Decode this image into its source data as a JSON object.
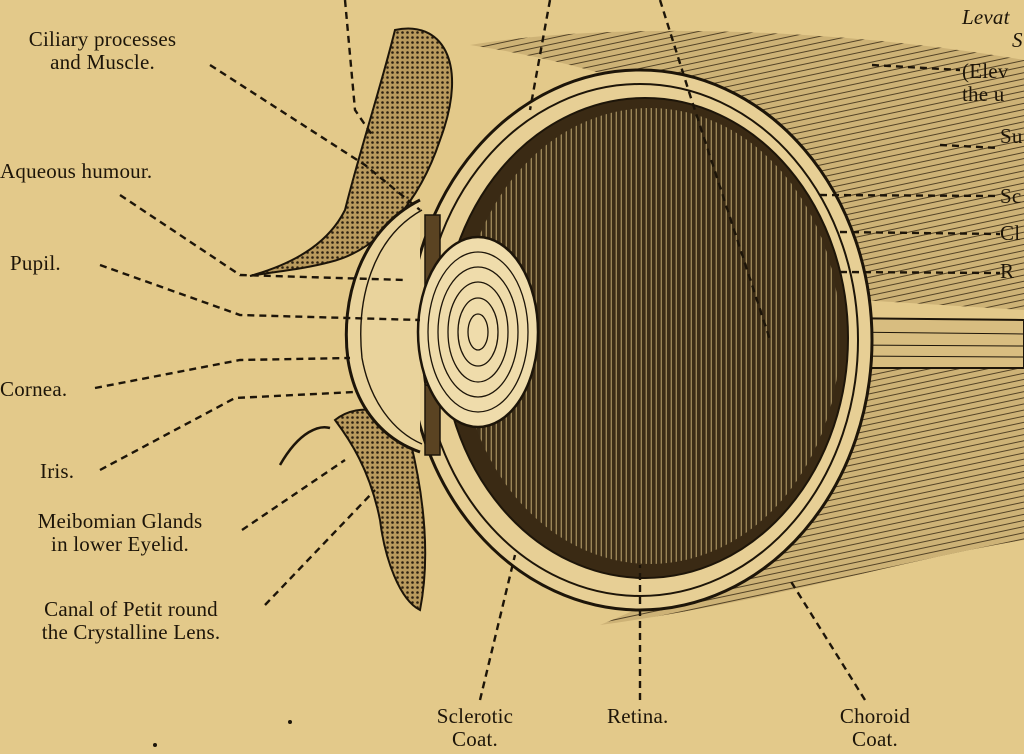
{
  "labels": {
    "ciliary": [
      "Ciliary processes",
      "and Muscle."
    ],
    "aqueous": "Aqueous humour.",
    "pupil": "Pupil.",
    "cornea": "Cornea.",
    "iris": "Iris.",
    "meibomian": [
      "Meibomian Glands",
      "in lower Eyelid."
    ],
    "canal": [
      "Canal of Petit round",
      "the Crystalline Lens."
    ],
    "sclerotic": [
      "Sclerotic",
      "Coat."
    ],
    "retina": "Retina.",
    "choroid": [
      "Choroid",
      "Coat."
    ],
    "levator": [
      "Levat",
      "S"
    ],
    "elevator": [
      "(Elev",
      "the u"
    ],
    "right_su": "Su",
    "right_sc": "Sc",
    "right_ch": "Cl",
    "right_re": "R"
  },
  "colors": {
    "paper": "#e3c98a",
    "ink": "#1d1509"
  }
}
